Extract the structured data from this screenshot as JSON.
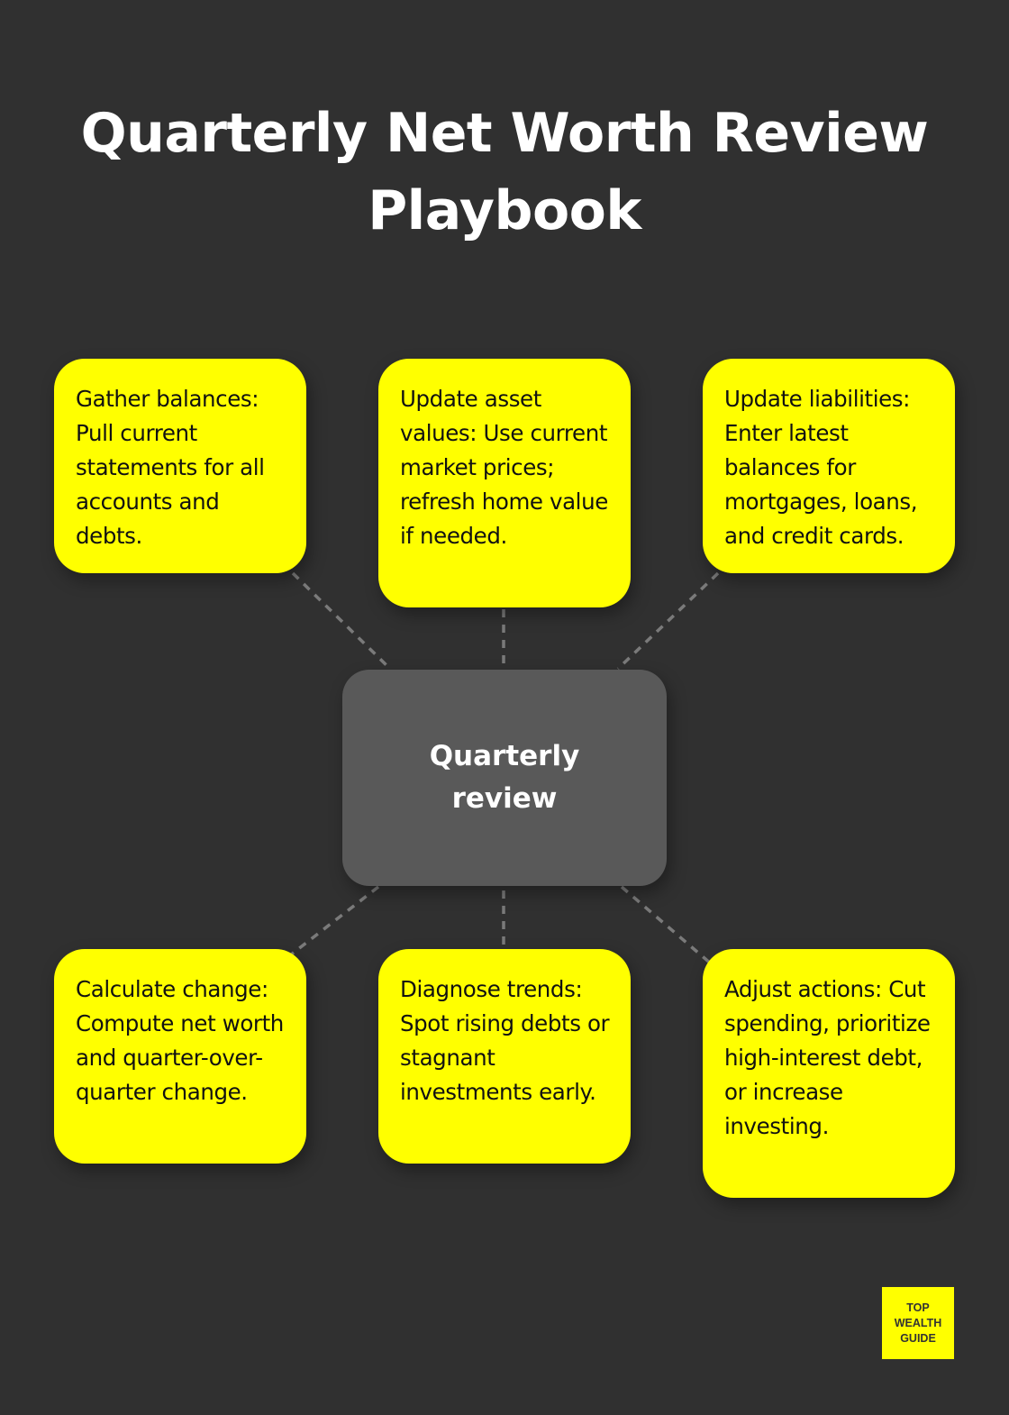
{
  "title": "Quarterly Net Worth Review Playbook",
  "colors": {
    "background": "#303030",
    "card": "#ffff00",
    "center": "#595959",
    "connector": "#7a7a7a"
  },
  "center_node": {
    "label": "Quarterly review"
  },
  "steps": [
    {
      "text": "Gather balances: Pull current statements for all accounts and debts."
    },
    {
      "text": "Update asset values: Use current market prices; refresh home value if needed."
    },
    {
      "text": "Update liabilities: Enter latest balances for mortgages, loans, and credit cards."
    },
    {
      "text": "Calculate change: Compute net worth and quarter-over-quarter change."
    },
    {
      "text": "Diagnose trends: Spot rising debts or stagnant investments early."
    },
    {
      "text": "Adjust actions: Cut spending, prioritize high-interest debt, or increase investing."
    }
  ],
  "logo": {
    "line1": "TOP",
    "line2": "WEALTH",
    "line3": "GUIDE"
  }
}
